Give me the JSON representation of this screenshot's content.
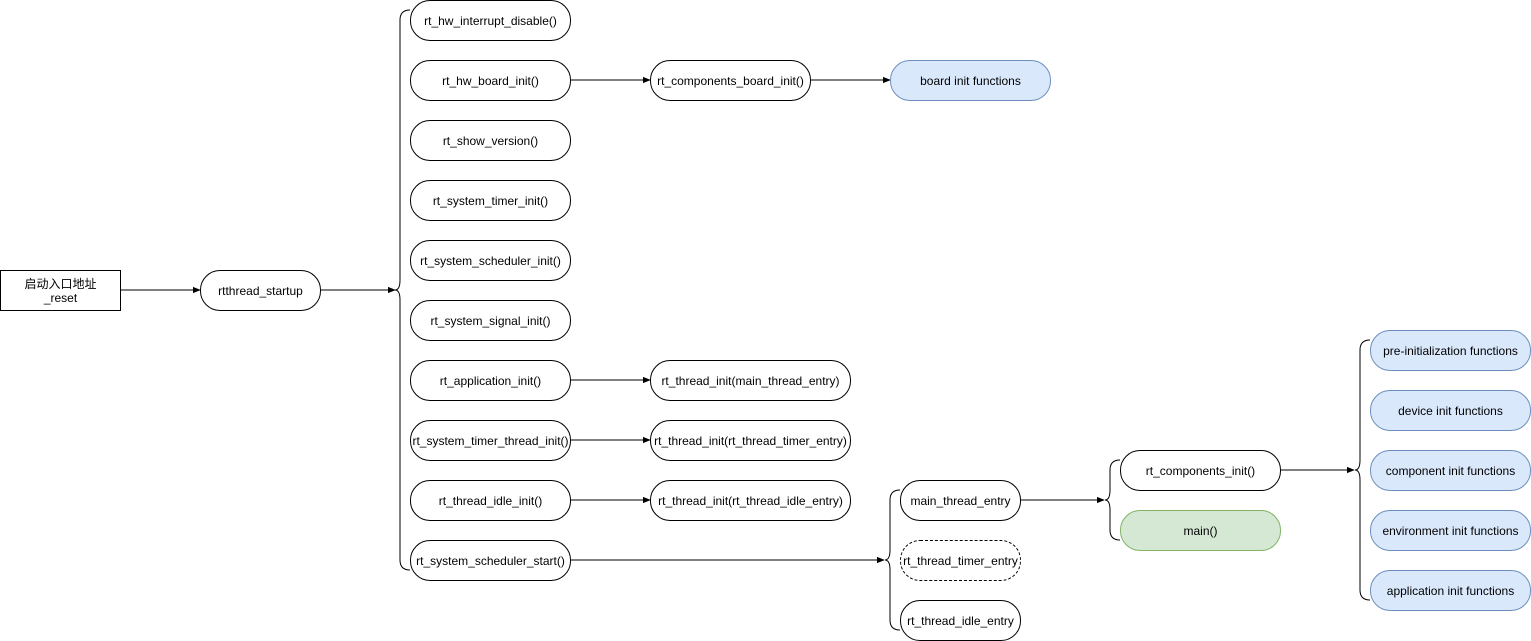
{
  "nodes": {
    "entry_line1": "启动入口地址",
    "entry_line2": "_reset",
    "rtthread_startup": "rtthread_startup",
    "hw_interrupt_disable": "rt_hw_interrupt_disable()",
    "hw_board_init": "rt_hw_board_init()",
    "components_board_init": "rt_components_board_init()",
    "board_init_functions": "board init functions",
    "show_version": "rt_show_version()",
    "system_timer_init": "rt_system_timer_init()",
    "system_scheduler_init": "rt_system_scheduler_init()",
    "system_signal_init": "rt_system_signal_init()",
    "application_init": "rt_application_init()",
    "thread_init_main": "rt_thread_init(main_thread_entry)",
    "system_timer_thread_init": "rt_system_timer_thread_init()",
    "thread_init_timer": "rt_thread_init(rt_thread_timer_entry)",
    "thread_idle_init": "rt_thread_idle_init()",
    "thread_init_idle": "rt_thread_init(rt_thread_idle_entry)",
    "system_scheduler_start": "rt_system_scheduler_start()",
    "main_thread_entry": "main_thread_entry",
    "rt_thread_timer_entry": "rt_thread_timer_entry",
    "rt_thread_idle_entry": "rt_thread_idle_entry",
    "components_init": "rt_components_init()",
    "main": "main()",
    "pre_init_functions": "pre-initialization functions",
    "device_init_functions": "device init functions",
    "component_init_functions": "component init functions",
    "environment_init_functions": "environment init functions",
    "application_init_functions": "application init functions"
  },
  "colors": {
    "line": "#000000",
    "blue_fill": "#dae8fc",
    "blue_stroke": "#6c8ebf",
    "green_fill": "#d5e8d4",
    "green_stroke": "#82b366"
  }
}
